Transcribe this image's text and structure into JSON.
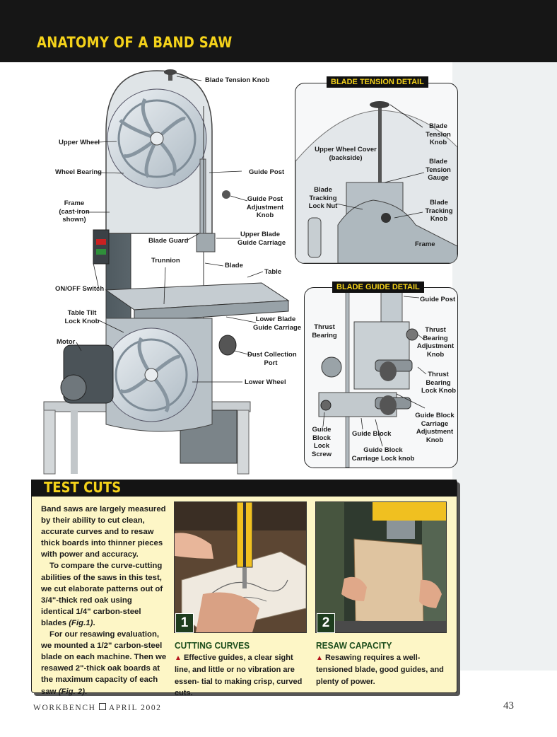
{
  "page": {
    "title": "ANATOMY OF A BAND SAW",
    "footer_mag": "WORKBENCH",
    "footer_date": "APRIL 2002",
    "page_number": "43"
  },
  "saw_labels": {
    "blade_tension_knob": "Blade Tension Knob",
    "upper_wheel": "Upper Wheel",
    "wheel_bearing": "Wheel Bearing",
    "frame": [
      "Frame",
      "(cast-iron",
      "shown)"
    ],
    "on_off_switch": "ON/OFF Switch",
    "table_tilt_lock_knob": [
      "Table Tilt",
      "Lock Knob"
    ],
    "motor": "Motor",
    "guide_post": "Guide Post",
    "guide_post_adjustment_knob": [
      "Guide Post",
      "Adjustment",
      "Knob"
    ],
    "blade_guard": "Blade Guard",
    "upper_blade_guide_carriage": [
      "Upper Blade",
      "Guide Carriage"
    ],
    "trunnion": "Trunnion",
    "blade": "Blade",
    "table": "Table",
    "lower_blade_guide_carriage": [
      "Lower Blade",
      "Guide Carriage"
    ],
    "dust_collection_port": [
      "Dust Collection",
      "Port"
    ],
    "lower_wheel": "Lower Wheel"
  },
  "tension_detail": {
    "title": "BLADE TENSION DETAIL",
    "upper_wheel_cover": [
      "Upper Wheel Cover",
      "(backside)"
    ],
    "blade_tension_knob": [
      "Blade",
      "Tension",
      "Knob"
    ],
    "blade_tension_gauge": [
      "Blade",
      "Tension",
      "Gauge"
    ],
    "blade_tracking_lock_nut": [
      "Blade",
      "Tracking",
      "Lock Nut"
    ],
    "blade_tracking_knob": [
      "Blade",
      "Tracking",
      "Knob"
    ],
    "frame": "Frame"
  },
  "guide_detail": {
    "title": "BLADE GUIDE DETAIL",
    "guide_post": "Guide Post",
    "thrust_bearing": [
      "Thrust",
      "Bearing"
    ],
    "thrust_bearing_adjustment_knob": [
      "Thrust",
      "Bearing",
      "Adjustment",
      "Knob"
    ],
    "thrust_bearing_lock_knob": [
      "Thrust",
      "Bearing",
      "Lock Knob"
    ],
    "guide_block_carriage_adjustment_knob": [
      "Guide Block",
      "Carriage",
      "Adjustment",
      "Knob"
    ],
    "guide_block_lock_screw": [
      "Guide",
      "Block",
      "Lock",
      "Screw"
    ],
    "guide_block": "Guide Block",
    "guide_block_carriage_lock_knob": [
      "Guide Block",
      "Carriage Lock knob"
    ]
  },
  "test_cuts": {
    "title": "TEST CUTS",
    "para1": "Band saws are largely measured by their ability to cut clean, accurate curves and to resaw thick boards into thinner pieces with power and accuracy.",
    "para2_a": "To compare the curve-cutting abilities of the saws in this test, we cut elaborate patterns out of",
    "frac_34": "3/4",
    "para2_b": "\"-thick red oak using identical",
    "frac_14": "1/4",
    "para2_c": "\" carbon-steel blades",
    "fig1": "(Fig.1)",
    "para3_a": "For our resawing evaluation, we mounted a",
    "frac_12": "1/2",
    "para3_b": "\" carbon-steel blade on each machine. Then we resawed 2\"-thick oak boards at the maximum capacity of each saw",
    "fig2": "(Fig. 2)",
    "photo1_number": "1",
    "photo2_number": "2",
    "caption1_title": "CUTTING CURVES",
    "caption1_text": "Effective guides, a clear sight line, and little or no vibration are essen- tial to making crisp, curved cuts.",
    "caption2_title": "RESAW CAPACITY",
    "caption2_text": "Resawing requires a well-tensioned blade, good guides, and plenty of power."
  },
  "colors": {
    "title_yellow": "#f4d21a",
    "caption_green": "#1c4d1c",
    "bullet_red": "#b5121b",
    "panel_bg": "#fdf6c6"
  }
}
